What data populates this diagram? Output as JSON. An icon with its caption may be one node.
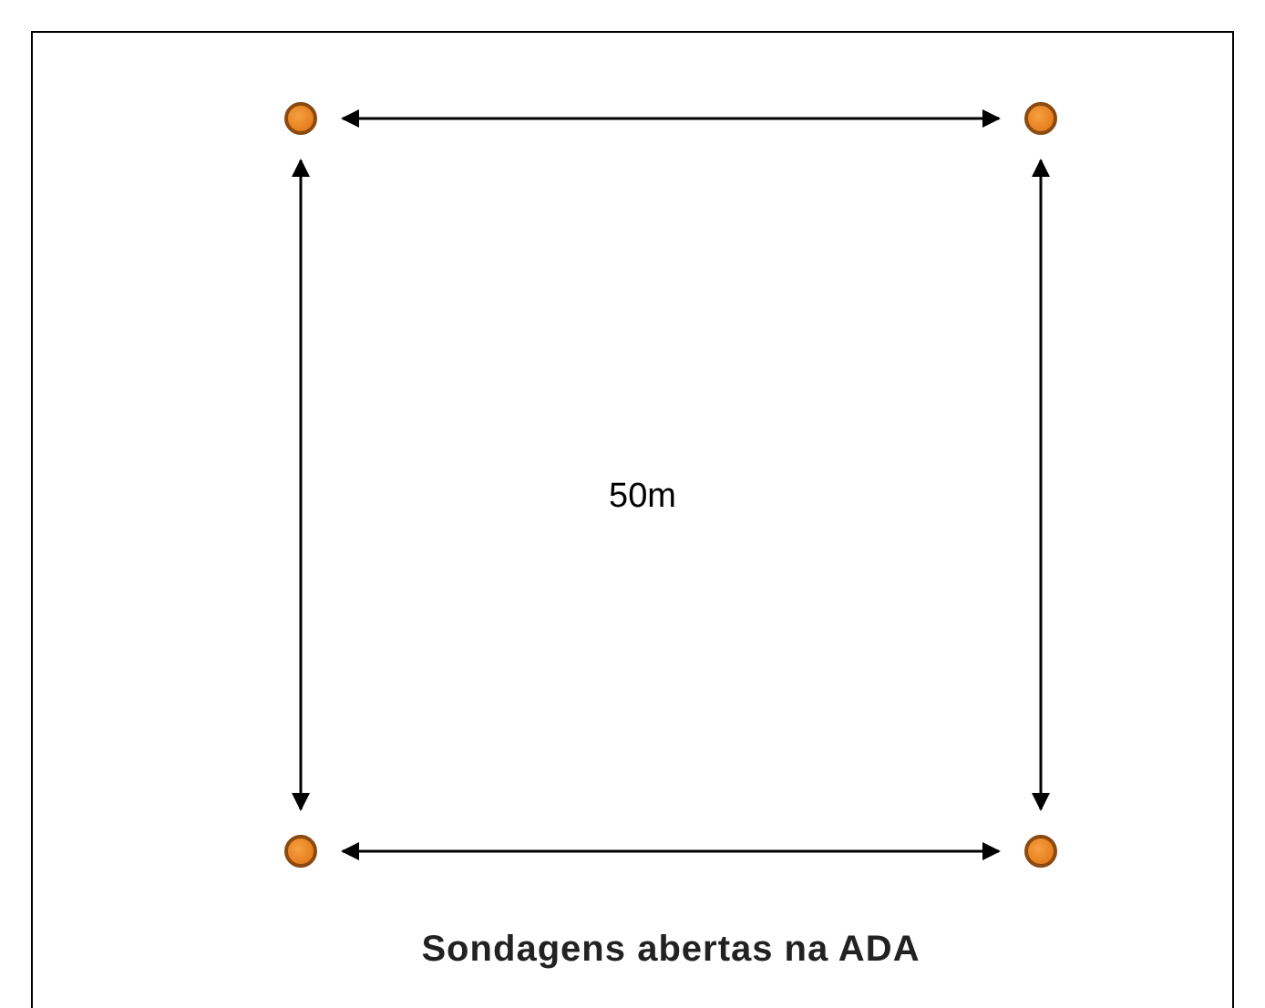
{
  "diagram": {
    "caption": "Sondagens abertas na ADA",
    "nodes": [
      {
        "text": [],
        "shape": "circle"
      },
      {
        "text": [],
        "shape": "circle"
      },
      {
        "text": [],
        "shape": "circle"
      },
      {
        "text": [],
        "shape": "circle"
      }
    ],
    "edges": [
      {
        "from": 0,
        "to": 1,
        "arrow": "both"
      },
      {
        "from": 0,
        "to": 2,
        "arrow": "both"
      },
      {
        "from": 1,
        "to": 3,
        "arrow": "both"
      },
      {
        "from": 2,
        "to": 3,
        "arrow": "both"
      }
    ],
    "labels": [
      "50m"
    ]
  }
}
